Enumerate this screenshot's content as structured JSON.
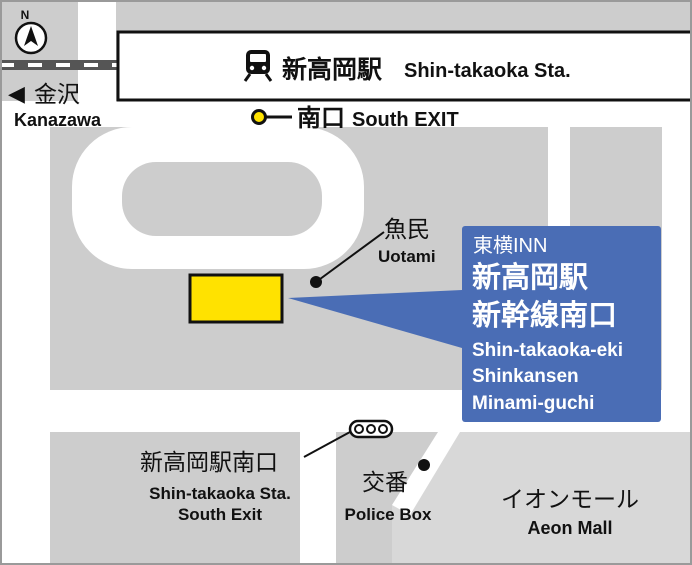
{
  "compass": {
    "label": "N"
  },
  "station": {
    "name_ja": "新高岡駅",
    "name_en": "Shin-takaoka Sta."
  },
  "exit": {
    "name_ja": "南口",
    "name_en": "South EXIT"
  },
  "direction": {
    "arrow": "◀",
    "name_ja": "金沢",
    "name_en": "Kanazawa"
  },
  "hotel": {
    "brand": "東横INN",
    "name_ja_1": "新高岡駅",
    "name_ja_2": "新幹線南口",
    "name_en_1": "Shin-takaoka-eki",
    "name_en_2": "Shinkansen",
    "name_en_3": "Minami-guchi"
  },
  "landmarks": {
    "uotami": {
      "ja": "魚民",
      "en": "Uotami"
    },
    "signal": {
      "ja": "新高岡駅南口",
      "en_1": "Shin-takaoka Sta.",
      "en_2": "South Exit"
    },
    "police": {
      "ja": "交番",
      "en": "Police Box"
    },
    "aeon": {
      "ja": "イオンモール",
      "en": "Aeon Mall"
    }
  },
  "colors": {
    "block": "#cdcdcd",
    "road": "#ffffff",
    "hotel_marker": "#ffe200",
    "callout": "#4a6db5",
    "exit_marker": "#ffe200",
    "rail": "#555555",
    "text": "#111111"
  },
  "icons": {
    "station": "train-icon",
    "compass": "north-arrow-icon",
    "exit": "exit-marker-icon",
    "signal": "traffic-signal-icon"
  }
}
